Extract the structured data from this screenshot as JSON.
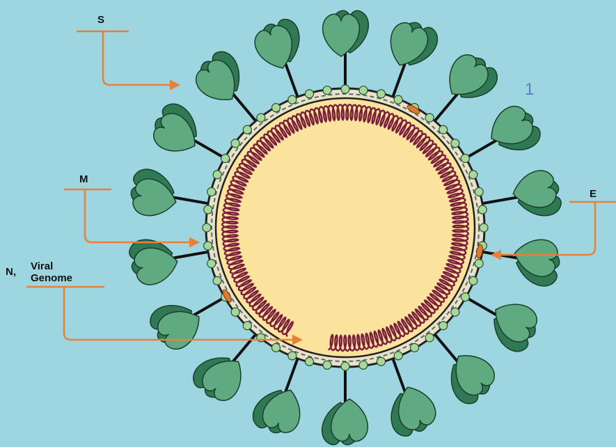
{
  "diagram": {
    "labels": {
      "s": "S",
      "m": "M",
      "e": "E",
      "n_prefix": "N,",
      "n_line1": "Viral",
      "n_line2": "Genome"
    },
    "marker": "1"
  },
  "colors": {
    "background": "#9dd6e0",
    "capsid_fill": "#fbe39e",
    "capsid_stroke": "#222222",
    "rna": "#7a1f3a",
    "spike_light": "#5faa80",
    "spike_dark": "#2f7a55",
    "membrane_bead": "#a6d89a",
    "arrow": "#e8803a",
    "envelope_protein": "#e07a30"
  }
}
